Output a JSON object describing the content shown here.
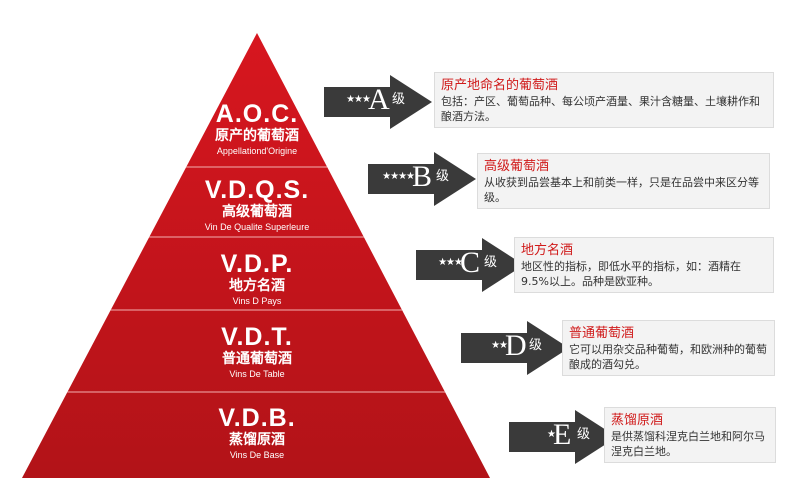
{
  "tiers": [
    {
      "code": "A.O.C.",
      "cn": "原产的葡萄酒",
      "en": "Appellationd'Origine"
    },
    {
      "code": "V.D.Q.S.",
      "cn": "高级葡萄酒",
      "en": "Vin De Qualite Superleure"
    },
    {
      "code": "V.D.P.",
      "cn": "地方名酒",
      "en": "Vins D Pays"
    },
    {
      "code": "V.D.T.",
      "cn": "普通葡萄酒",
      "en": "Vins De Table"
    },
    {
      "code": "V.D.B.",
      "cn": "蒸馏原酒",
      "en": "Vins De Base"
    }
  ],
  "arrows": [
    {
      "stars": "★★★",
      "letter": "A",
      "suffix": "级"
    },
    {
      "stars": "★★★★",
      "letter": "B",
      "suffix": "级"
    },
    {
      "stars": "★★★",
      "letter": "C",
      "suffix": "级"
    },
    {
      "stars": "★★",
      "letter": "D",
      "suffix": "级"
    },
    {
      "stars": "★",
      "letter": "E",
      "suffix": "级"
    }
  ],
  "boxes": [
    {
      "title": "原产地命名的葡萄酒",
      "body": "包括：产区、葡萄品种、每公顷产酒量、果汁含糖量、土壤耕作和酿酒方法。"
    },
    {
      "title": "高级葡萄酒",
      "body": "从收获到品尝基本上和前类一样，只是在品尝中来区分等级。"
    },
    {
      "title": "地方名酒",
      "body": "地区性的指标，即低水平的指标，如：酒精在9.5%以上。品种是欧亚种。"
    },
    {
      "title": "普通葡萄酒",
      "body": "它可以用杂交品种葡萄，和欧洲种的葡萄酿成的酒勾兑。"
    },
    {
      "title": "蒸馏原酒",
      "body": "是供蒸馏科涅克白兰地和阿尔马涅克白兰地。"
    }
  ],
  "colors": {
    "pyramid_top": "#d0141c",
    "pyramid_bottom": "#b51419",
    "arrow": "#3a3a3a",
    "title_red": "#d01a1a"
  }
}
